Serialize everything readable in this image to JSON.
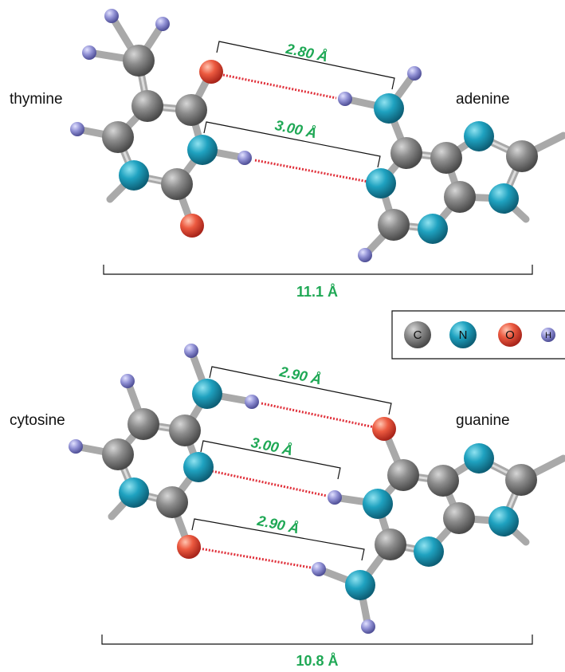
{
  "colors": {
    "carbon": "#7a7a7a",
    "nitrogen": "#1d9bb8",
    "oxygen": "#e8473a",
    "hydrogen": "#8a8ad0",
    "hbond": "#e0303a",
    "measure": "#1fa855"
  },
  "pair_at": {
    "left_base": "thymine",
    "right_base": "adenine",
    "hbond_distances": [
      "2.80 Å",
      "3.00 Å"
    ],
    "width": "11.1 Å"
  },
  "pair_gc": {
    "left_base": "cytosine",
    "right_base": "guanine",
    "hbond_distances": [
      "2.90 Å",
      "3.00 Å",
      "2.90 Å"
    ],
    "width": "10.8 Å"
  },
  "legend": {
    "carbon": "C",
    "nitrogen": "N",
    "oxygen": "O",
    "hydrogen": "H"
  }
}
